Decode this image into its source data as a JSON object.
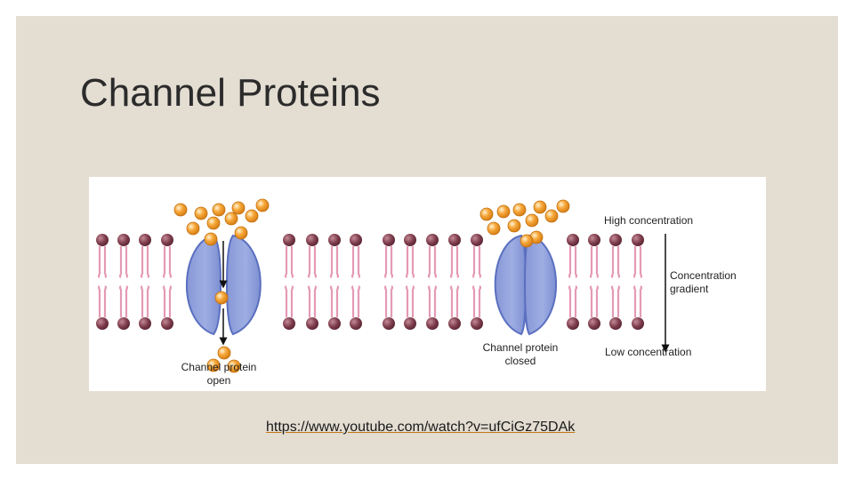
{
  "slide": {
    "title": "Channel Proteins",
    "link_text": "https://www.youtube.com/watch?v=ufCiGz75DAk"
  },
  "figure": {
    "open_label_line1": "Channel protein",
    "open_label_line2": "open",
    "closed_label_line1": "Channel protein",
    "closed_label_line2": "closed",
    "high_label": "High concentration",
    "gradient_label_line1": "Concentration",
    "gradient_label_line2": "gradient",
    "low_label": "Low concentration"
  },
  "colors": {
    "slide_bg": "#e3ddd2",
    "protein_fill": "#8f9fd9",
    "protein_stroke": "#5a6fc0",
    "molecule": "#f29b2b",
    "lipid_head": "#7a3a4a",
    "lipid_tail": "#e59ab5",
    "link_underline": "#c27a16"
  }
}
